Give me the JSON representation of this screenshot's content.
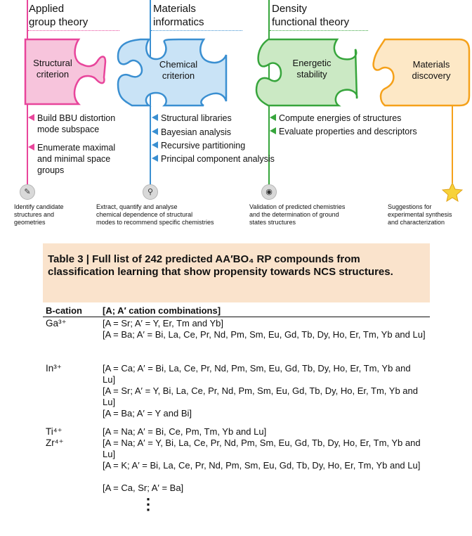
{
  "columns": [
    {
      "title": "Applied\ngroup theory",
      "color": "#e8459b"
    },
    {
      "title": "Materials\ninformatics",
      "color": "#3a8fd1"
    },
    {
      "title": "Density\nfunctional theory",
      "color": "#37a53c"
    },
    {
      "title": "",
      "color": "#f5a11a"
    }
  ],
  "pieces": [
    {
      "label": "Structural\ncriterion",
      "fill": "#f7c4dc",
      "stroke": "#e8459b"
    },
    {
      "label": "Chemical\ncriterion",
      "fill": "#c9e3f6",
      "stroke": "#3a8fd1"
    },
    {
      "label": "Energetic\nstability",
      "fill": "#cbe9c4",
      "stroke": "#37a53c"
    },
    {
      "label": "Materials\ndiscovery",
      "fill": "#fde8c6",
      "stroke": "#f5a11a"
    }
  ],
  "items": {
    "group": [
      "Build BBU distortion\nmode subspace",
      "Enumerate maximal\nand minimal space\ngroups"
    ],
    "informatics": [
      "Structural libraries",
      "Bayesian analysis",
      "Recursive partitioning",
      "Principal component analysis"
    ],
    "dft": [
      "Compute energies of structures",
      "Evaluate properties and descriptors"
    ]
  },
  "icons": [
    "edit-icon",
    "search-icon",
    "globe-icon",
    "star-icon"
  ],
  "bottom": [
    "Identify candidate\nstructures and\ngeometries",
    "Extract, quantify and analyse\nchemical dependence of structural\nmodes to recommend specific chemistries",
    "Validation of predicted chemistries\nand the determination of ground\nstates structures",
    "Suggestions for\nexperimental synthesis\nand characterization"
  ],
  "table": {
    "title": "Table 3 | Full list of 242 predicted AA′BO₄ RP compounds from classification learning that show propensity towards NCS structures.",
    "col1": "B-cation",
    "col2": "[A; A′ cation combinations]",
    "rows": [
      {
        "cation": "Ga³⁺",
        "combos": [
          "[A = Sr; A′ = Y, Er, Tm and Yb]",
          "[A = Ba; A′ = Bi, La, Ce, Pr, Nd, Pm, Sm, Eu, Gd, Tb, Dy, Ho, Er, Tm, Yb and Lu]"
        ]
      },
      {
        "cation": "In³⁺",
        "combos": [
          "[A = Ca; A′ = Bi, La, Ce, Pr, Nd, Pm, Sm, Eu, Gd, Tb, Dy, Ho, Er, Tm, Yb and Lu]",
          "[A = Sr; A′ = Y, Bi, La, Ce, Pr, Nd, Pm, Sm, Eu, Gd, Tb, Dy, Ho, Er, Tm, Yb and Lu]",
          "[A = Ba; A′ = Y and Bi]"
        ]
      },
      {
        "cation": "Ti⁴⁺\nZr⁴⁺",
        "combos": [
          "[A = Na; A′ = Bi, Ce, Pm, Tm, Yb and Lu]",
          "[A = Na; A′ = Y, Bi, La, Ce, Pr, Nd, Pm, Sm, Eu, Gd, Tb, Dy, Ho, Er, Tm, Yb and Lu]",
          "[A = K; A′ = Bi, La, Ce, Pr, Nd, Pm, Sm, Eu, Gd, Tb, Dy, Ho, Er, Tm, Yb and Lu]",
          "[A = Ca, Sr; A′ = Ba]"
        ]
      }
    ],
    "continuation": "⋮"
  }
}
